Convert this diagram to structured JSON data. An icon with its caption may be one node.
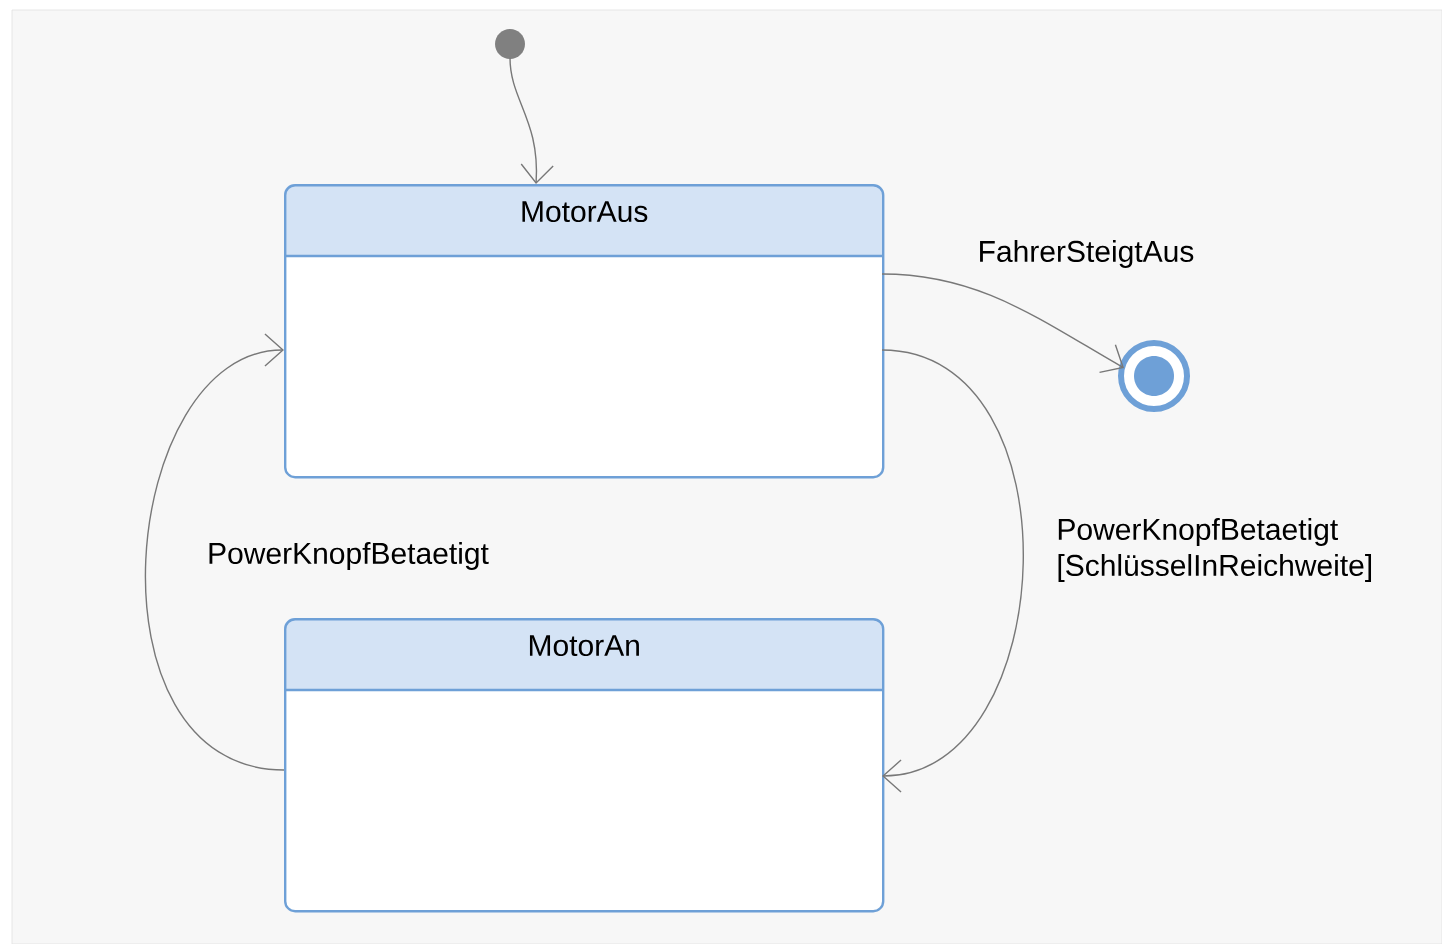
{
  "diagram": {
    "nodes": [
      {
        "text": [],
        "shape": "circle"
      },
      {
        "text": [
          "MotorAus"
        ]
      },
      {
        "text": [
          "MotorAn"
        ]
      },
      {
        "text": [],
        "shape": "circle"
      }
    ],
    "edges": [
      {
        "from": 0,
        "to": 1,
        "arrow": "to"
      },
      {
        "from": 1,
        "to": 3,
        "arrow": "to",
        "label": "FahrerSteigtAus"
      },
      {
        "from": 1,
        "to": 2,
        "arrow": "to",
        "label": "PowerKnopfBetaetigt [SchlüsselInReichweite]"
      },
      {
        "from": 2,
        "to": 1,
        "arrow": "to",
        "label": "PowerKnopfBetaetigt"
      }
    ]
  }
}
